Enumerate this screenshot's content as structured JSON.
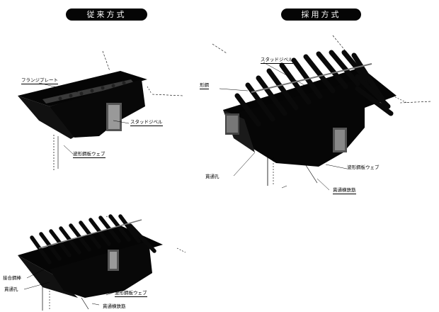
{
  "headings": {
    "conventional": "従来方式",
    "adopted": "採用方式"
  },
  "labels": {
    "a_flange_plate": "フランジプレート",
    "a_stud_dowel": "スタッドジベル",
    "a_web": "波形鋼板ウェブ",
    "b_stud_dowel": "スタッドジベル",
    "b_steel": "形鋼",
    "b_web": "波形鋼板ウェブ",
    "b_hole": "貫通孔",
    "b_rebar": "貫通横鉄筋",
    "c_joint_bar": "接合鋼棒",
    "c_hole": "貫通孔",
    "c_web": "波形鋼板ウェブ",
    "c_rebar": "貫通横鉄筋"
  }
}
